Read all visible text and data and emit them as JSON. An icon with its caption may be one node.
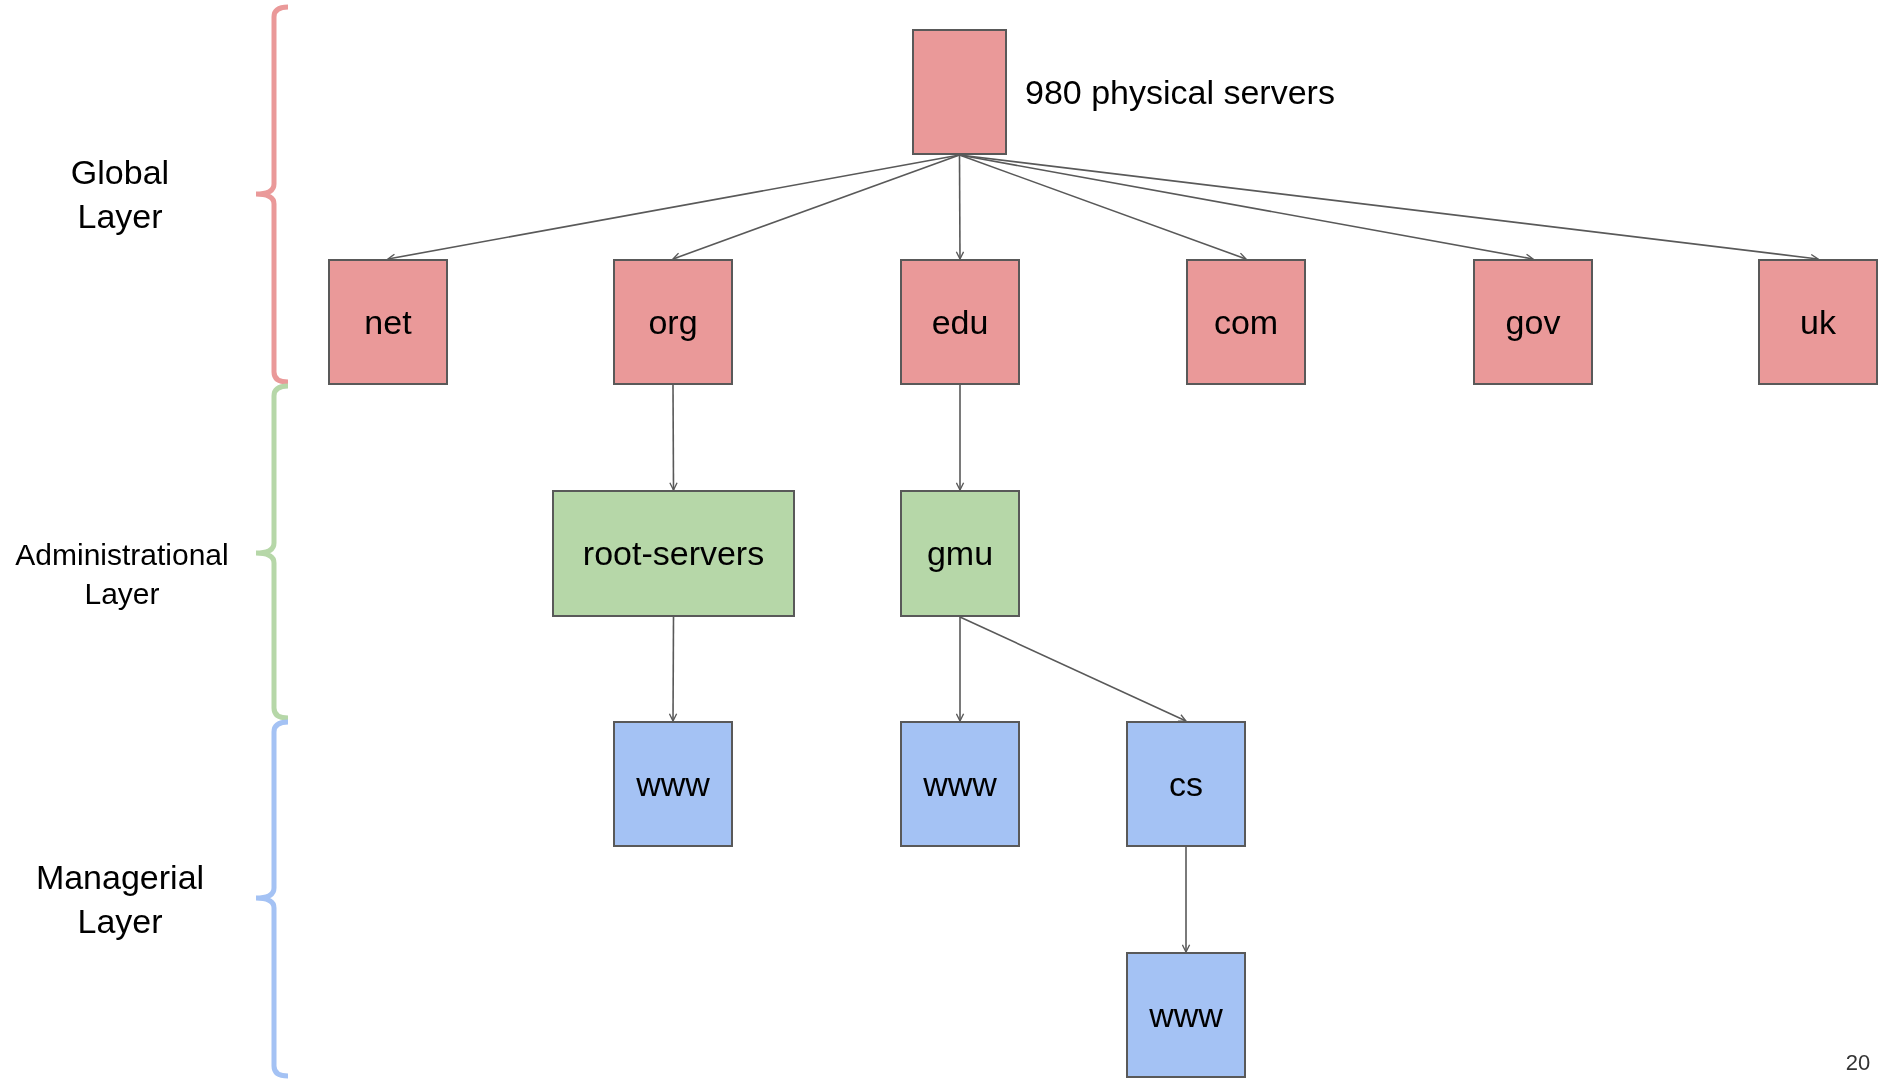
{
  "diagram": {
    "nodes": [
      {
        "text": [],
        "shape": "box",
        "beside": [
          "980 physical servers"
        ]
      },
      {
        "text": [
          "net"
        ]
      },
      {
        "text": [
          "org"
        ]
      },
      {
        "text": [
          "edu"
        ]
      },
      {
        "text": [
          "com"
        ]
      },
      {
        "text": [
          "gov"
        ]
      },
      {
        "text": [
          "uk"
        ]
      },
      {
        "text": [
          "root-servers"
        ]
      },
      {
        "text": [
          "gmu"
        ]
      },
      {
        "text": [
          "www"
        ]
      },
      {
        "text": [
          "www"
        ]
      },
      {
        "text": [
          "cs"
        ]
      },
      {
        "text": [
          "www"
        ]
      }
    ],
    "edges": [
      {
        "from": 0,
        "to": 1,
        "arrow": "to"
      },
      {
        "from": 0,
        "to": 2,
        "arrow": "to"
      },
      {
        "from": 0,
        "to": 3,
        "arrow": "to"
      },
      {
        "from": 0,
        "to": 4,
        "arrow": "to"
      },
      {
        "from": 0,
        "to": 5,
        "arrow": "to"
      },
      {
        "from": 0,
        "to": 6,
        "arrow": "to"
      },
      {
        "from": 2,
        "to": 7,
        "arrow": "to"
      },
      {
        "from": 3,
        "to": 8,
        "arrow": "to"
      },
      {
        "from": 7,
        "to": 9,
        "arrow": "to"
      },
      {
        "from": 8,
        "to": 10,
        "arrow": "to"
      },
      {
        "from": 8,
        "to": 11,
        "arrow": "to"
      },
      {
        "from": 11,
        "to": 12,
        "arrow": "to"
      }
    ],
    "labels": [
      "Global Layer",
      "Administrational Layer",
      "Managerial Layer",
      "20"
    ]
  }
}
